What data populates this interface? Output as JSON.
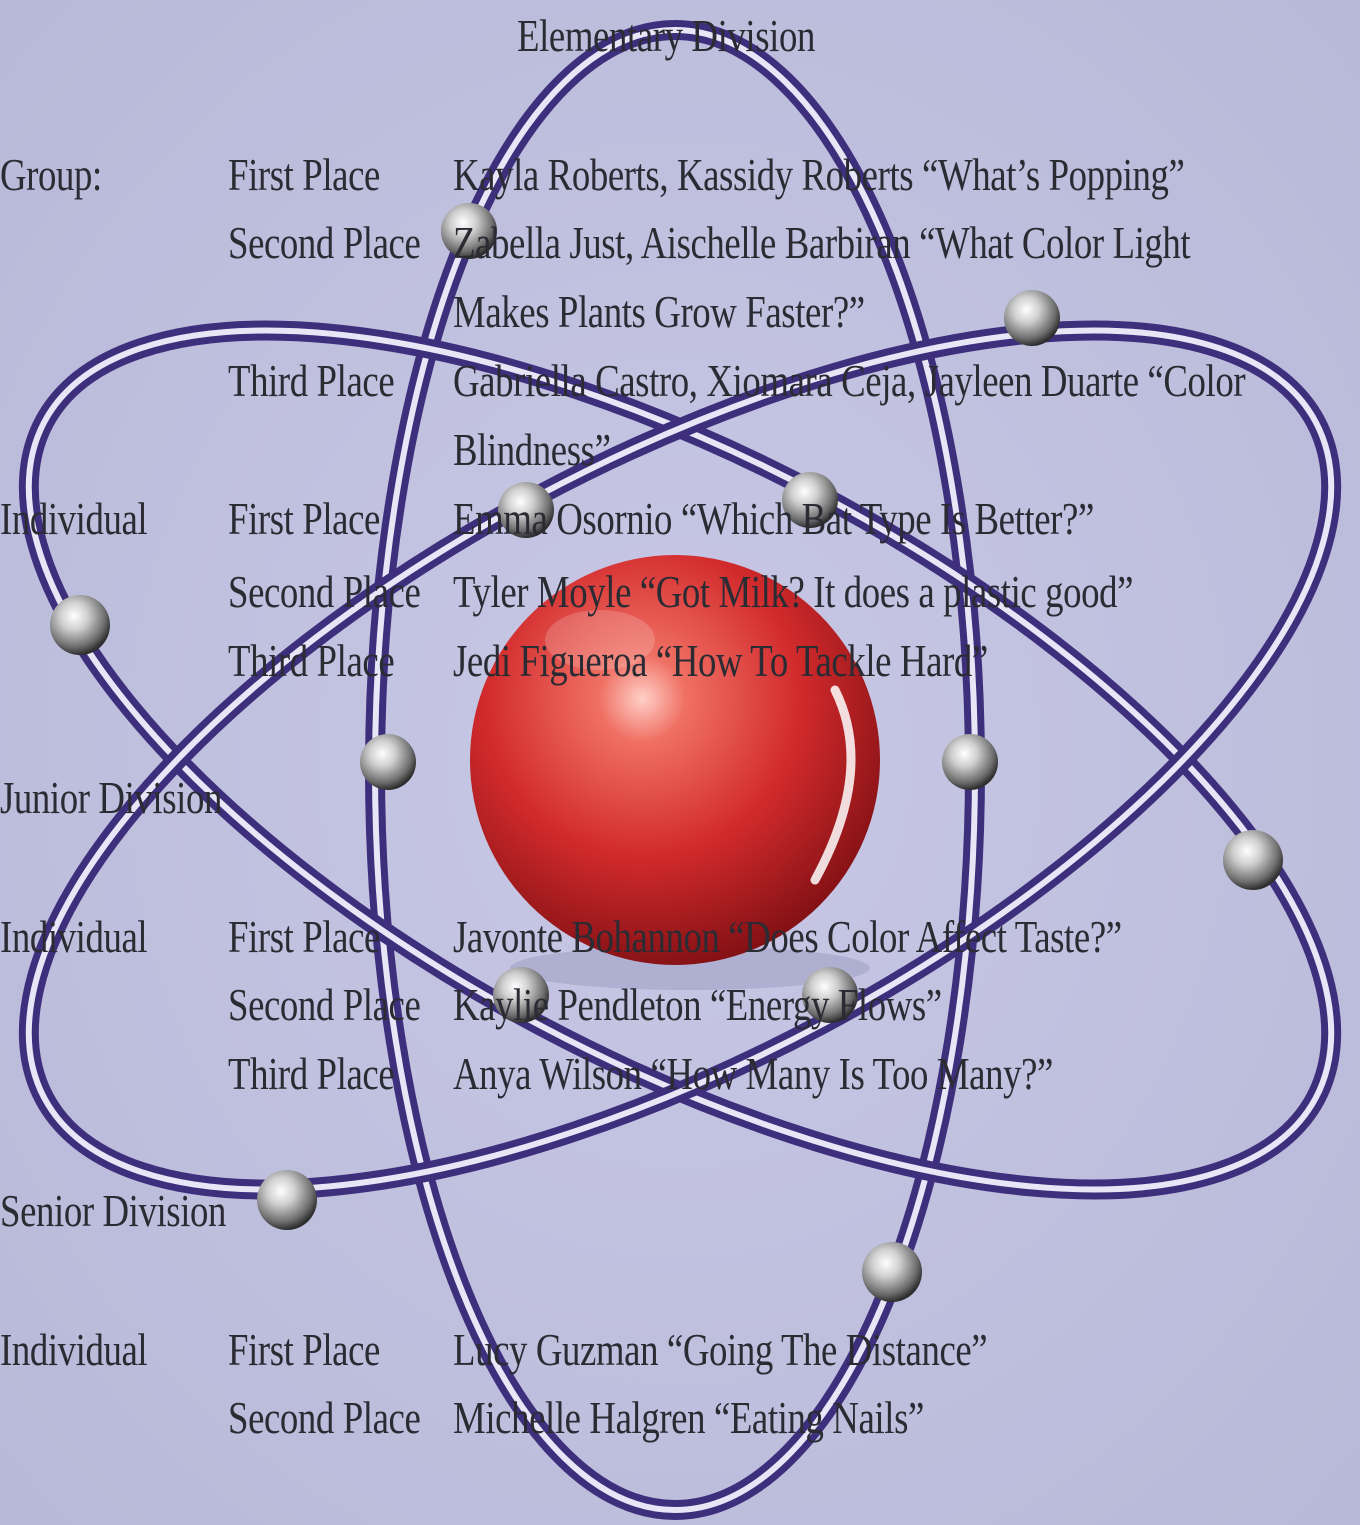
{
  "title": "Elementary Division",
  "elementary": {
    "group_label": "Group:",
    "group": [
      {
        "place": "First Place",
        "entry": "Kayla Roberts, Kassidy Roberts “What’s Popping”"
      },
      {
        "place": "Second Place",
        "entry": "Zabella Just, Aischelle Barbiran “What Color Light",
        "entry_cont": "Makes Plants Grow Faster?”"
      },
      {
        "place": "Third Place",
        "entry": "Gabriella Castro, Xiomara Ceja, Jayleen Duarte “Color",
        "entry_cont": "Blindness”"
      }
    ],
    "individual_label": "Individual",
    "individual": [
      {
        "place": "First Place",
        "entry": "Emma Osornio “Which Bat Type Is Better?”"
      },
      {
        "place": "Second Place",
        "entry": "Tyler Moyle “Got Milk? It does a plastic good”"
      },
      {
        "place": "Third Place",
        "entry": "Jedi Figueroa “How To Tackle Hard”"
      }
    ]
  },
  "junior": {
    "heading": "Junior Division",
    "individual_label": "Individual",
    "individual": [
      {
        "place": "First Place",
        "entry": "Javonte Bohannon “Does Color Affect Taste?”"
      },
      {
        "place": "Second Place",
        "entry": "Kaylie Pendleton “Energy Flows”"
      },
      {
        "place": "Third Place",
        "entry": "Anya Wilson “How Many Is Too Many?”"
      }
    ]
  },
  "senior": {
    "heading": "Senior Division",
    "individual_label": "Individual",
    "individual": [
      {
        "place": "First Place",
        "entry": "Lucy Guzman “Going The Distance”"
      },
      {
        "place": "Second Place",
        "entry": "Michelle Halgren “Eating Nails”"
      }
    ]
  },
  "colors": {
    "background": "#c0c0de",
    "orbit": "#3e2f7d",
    "nucleus": "#c52228",
    "electron": "#8a8a8a",
    "text": "#2b2b33"
  }
}
